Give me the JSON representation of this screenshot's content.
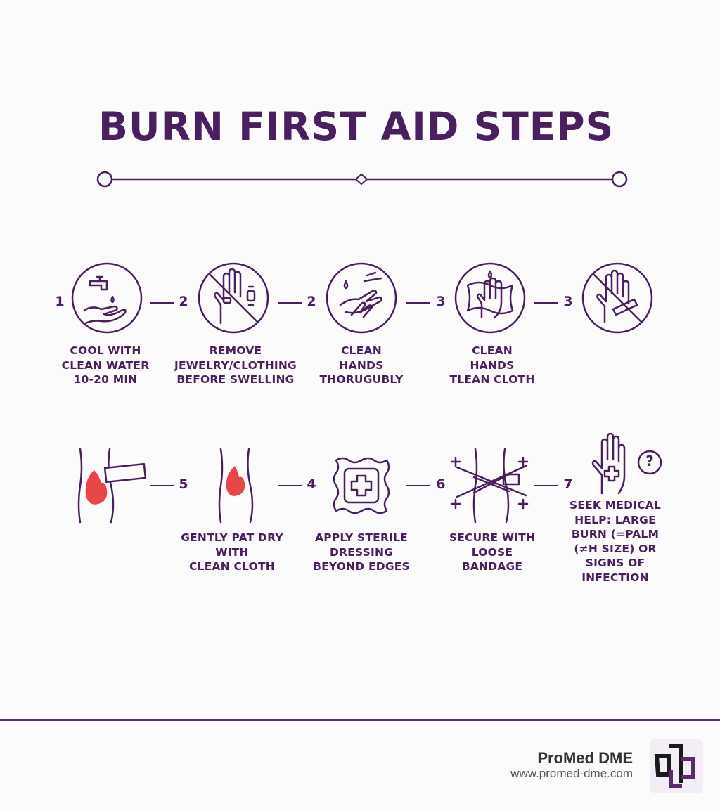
{
  "title": "BURN FIRST AID STEPS",
  "colors": {
    "primary": "#4a1f5e",
    "flame": "#e8474a",
    "background": "#fbfbfb"
  },
  "row1": {
    "numbers": [
      "1",
      "2",
      "2",
      "3",
      "3"
    ],
    "icons": [
      "faucet-hand-icon",
      "no-jewelry-hand-icon",
      "washing-hands-icon",
      "hand-cloth-icon",
      "no-hand-icon"
    ],
    "labels": [
      [
        "COOL WITH",
        "CLEAN WATER",
        "10-20 MIN"
      ],
      [
        "REMOVE",
        "JEWELRY/CLOTHING",
        "BEFORE SWELLING"
      ],
      [
        "CLEAN",
        "HANDS",
        "THORUGUBLY"
      ],
      [
        "CLEAN",
        "HANDS",
        "TLEAN CLOTH"
      ]
    ]
  },
  "row2": {
    "numbers": [
      "5",
      "4",
      "6",
      "7"
    ],
    "icons": [
      "burned-arm-bandage-icon",
      "burned-arm-icon",
      "sterile-dressing-icon",
      "loose-bandage-icon",
      "medical-help-hand-icon"
    ],
    "labels": [
      [
        "GENTLY PAT DRY",
        "WITH",
        "CLEAN CLOTH"
      ],
      [
        "APPLY STERILE",
        "DRESSING",
        "BEYOND EDGES"
      ],
      [
        "SECURE WITH",
        "LOOSE",
        "BANDAGE"
      ],
      [
        "SEEK MEDICAL",
        "HELP: LARGE",
        "BURN (=PALM",
        "(≠H SIZE) OR",
        "SIGNS OF",
        "INFECTION"
      ]
    ]
  },
  "question_mark": "?",
  "footer": {
    "brand": "ProMed DME",
    "url": "www.promed-dme.com"
  }
}
